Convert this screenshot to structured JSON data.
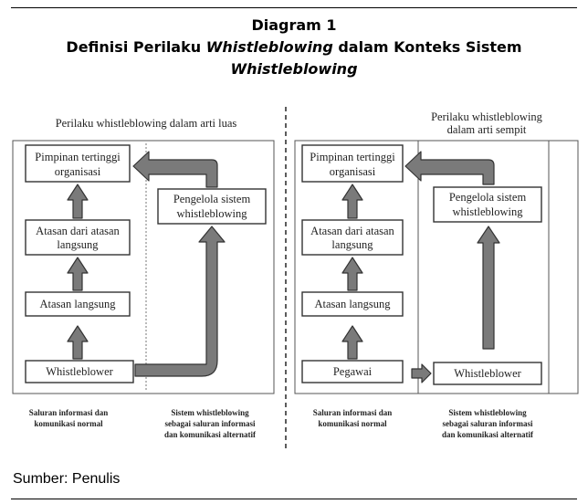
{
  "header": {
    "diagram_number": "Diagram 1",
    "title_part1": "Definisi Perilaku ",
    "title_italic1": "Whistleblowing",
    "title_part2": " dalam Konteks Sistem",
    "title_italic2": "Whistleblowing"
  },
  "left_panel": {
    "heading": "Perilaku whistleblowing dalam arti luas",
    "boxes": {
      "top_line1": "Pimpinan tertinggi",
      "top_line2": "organisasi",
      "mid_line1": "Atasan dari atasan",
      "mid_line2": "langsung",
      "direct": "Atasan langsung",
      "bottom": "Whistleblower",
      "manager_line1": "Pengelola sistem",
      "manager_line2": "whistleblowing"
    },
    "caption_left_line1": "Saluran informasi dan",
    "caption_left_line2": "komunikasi normal",
    "caption_right_line1": "Sistem whistleblowing",
    "caption_right_line2": "sebagai saluran informasi",
    "caption_right_line3": "dan komunikasi alternatif"
  },
  "right_panel": {
    "heading_line1": "Perilaku whistleblowing",
    "heading_line2": "dalam arti sempit",
    "boxes": {
      "top_line1": "Pimpinan tertinggi",
      "top_line2": "organisasi",
      "mid_line1": "Atasan dari atasan",
      "mid_line2": "langsung",
      "direct": "Atasan langsung",
      "bottom": "Pegawai",
      "manager_line1": "Pengelola sistem",
      "manager_line2": "whistleblowing",
      "whistleblower": "Whistleblower"
    },
    "caption_left_line1": "Saluran informasi dan",
    "caption_left_line2": "komunikasi normal",
    "caption_right_line1": "Sistem whistleblowing",
    "caption_right_line2": "sebagai saluran informasi",
    "caption_right_line3": "dan komunikasi alternatif"
  },
  "source": "Sumber: Penulis",
  "colors": {
    "arrow_fill": "#7a7a7a",
    "outline": "#333333"
  }
}
